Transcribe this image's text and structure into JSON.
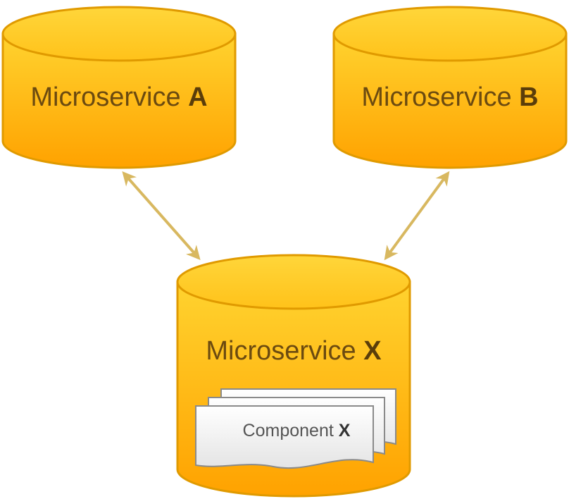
{
  "nodes": {
    "a": {
      "name": "Microservice",
      "letter": "A"
    },
    "b": {
      "name": "Microservice",
      "letter": "B"
    },
    "x": {
      "name": "Microservice",
      "letter": "X"
    }
  },
  "component": {
    "name": "Component",
    "letter": "X"
  },
  "colors": {
    "cylinder_top": "#ffd02e",
    "cylinder_bottom": "#ffa400",
    "cylinder_stroke": "#e09a00",
    "arrow": "#d8b860",
    "text": "#6b4a10",
    "component_fill": "#f2f2f2",
    "component_stroke": "#8a8a8a"
  },
  "edges": [
    {
      "from": "Microservice A",
      "to": "Microservice X",
      "direction": "bidirectional"
    },
    {
      "from": "Microservice B",
      "to": "Microservice X",
      "direction": "bidirectional"
    }
  ]
}
